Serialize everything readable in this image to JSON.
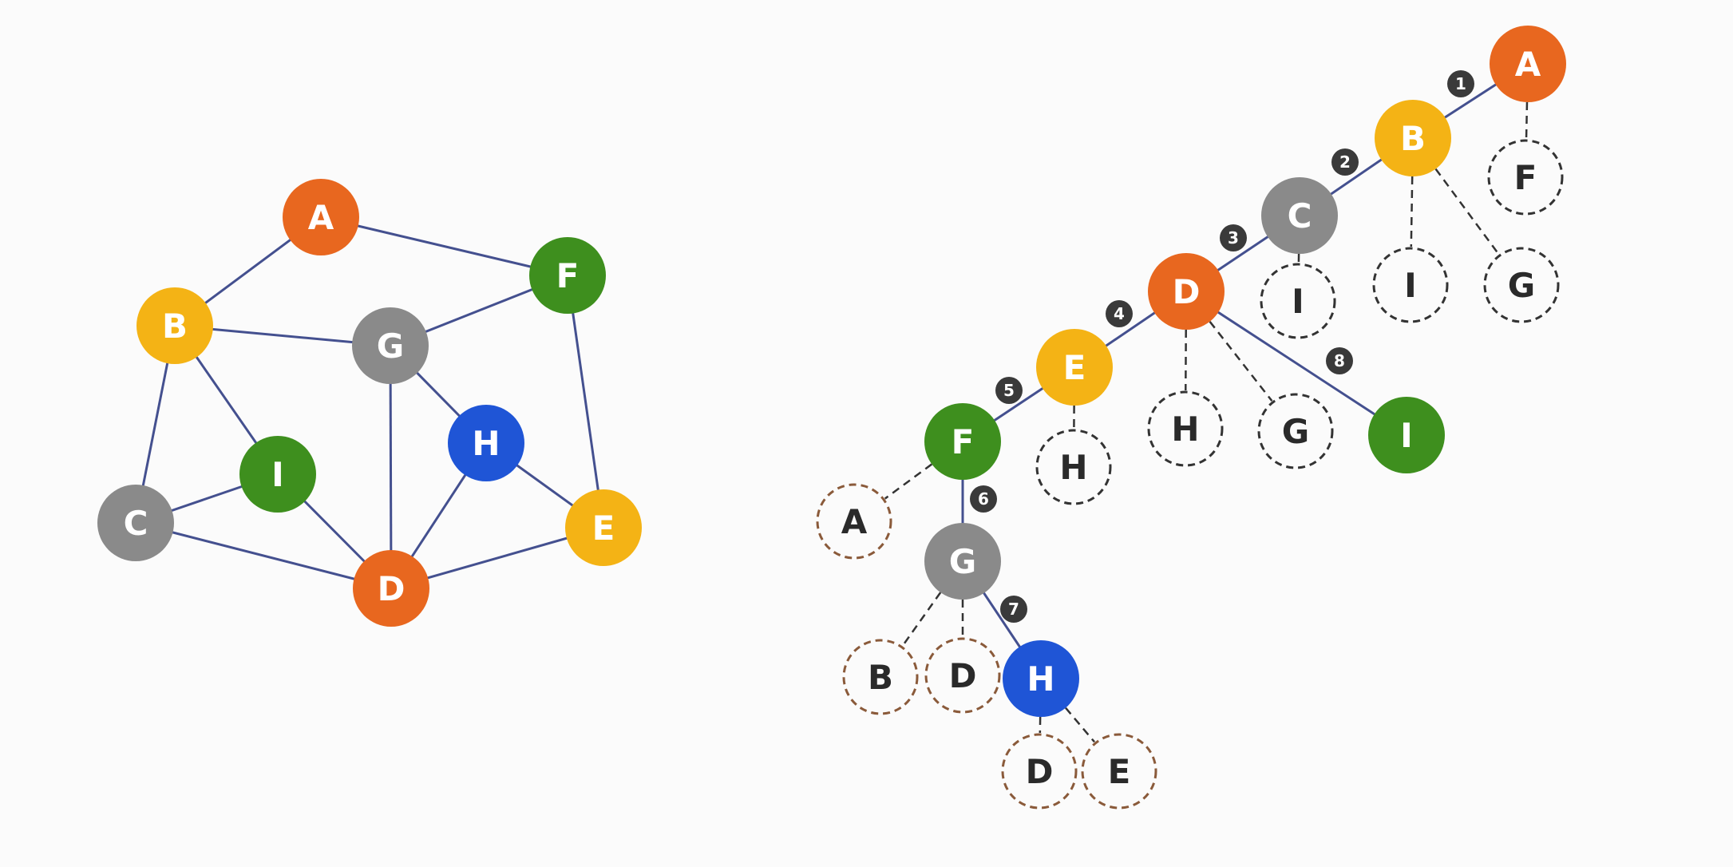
{
  "colors": {
    "orange": "#e8671f",
    "yellow": "#f4b315",
    "green": "#3e8f1e",
    "gray": "#8a8a8a",
    "blue": "#1f55d6",
    "edge": "#44508f",
    "dashed_dark": "#333333",
    "dashed_brown": "#8a5a3a",
    "step_badge": "#3a3a3a"
  },
  "graph": {
    "nodes": [
      {
        "id": "A",
        "label": "A",
        "color": "orange"
      },
      {
        "id": "B",
        "label": "B",
        "color": "yellow"
      },
      {
        "id": "C",
        "label": "C",
        "color": "gray"
      },
      {
        "id": "D",
        "label": "D",
        "color": "orange"
      },
      {
        "id": "E",
        "label": "E",
        "color": "yellow"
      },
      {
        "id": "F",
        "label": "F",
        "color": "green"
      },
      {
        "id": "G",
        "label": "G",
        "color": "gray"
      },
      {
        "id": "H",
        "label": "H",
        "color": "blue"
      },
      {
        "id": "I",
        "label": "I",
        "color": "green"
      }
    ],
    "edges": [
      [
        "A",
        "B"
      ],
      [
        "A",
        "F"
      ],
      [
        "B",
        "G"
      ],
      [
        "B",
        "I"
      ],
      [
        "B",
        "C"
      ],
      [
        "C",
        "I"
      ],
      [
        "C",
        "D"
      ],
      [
        "I",
        "D"
      ],
      [
        "G",
        "F"
      ],
      [
        "G",
        "H"
      ],
      [
        "G",
        "D"
      ],
      [
        "H",
        "D"
      ],
      [
        "H",
        "E"
      ],
      [
        "F",
        "E"
      ],
      [
        "D",
        "E"
      ]
    ]
  },
  "search_tree": {
    "nodes": [
      {
        "id": "tA",
        "label": "A",
        "color": "orange",
        "dashed": false
      },
      {
        "id": "tB",
        "label": "B",
        "color": "yellow",
        "dashed": false
      },
      {
        "id": "tC",
        "label": "C",
        "color": "gray",
        "dashed": false
      },
      {
        "id": "tD",
        "label": "D",
        "color": "orange",
        "dashed": false
      },
      {
        "id": "tE",
        "label": "E",
        "color": "yellow",
        "dashed": false
      },
      {
        "id": "tF",
        "label": "F",
        "color": "green",
        "dashed": false
      },
      {
        "id": "tG",
        "label": "G",
        "color": "gray",
        "dashed": false
      },
      {
        "id": "tH",
        "label": "H",
        "color": "blue",
        "dashed": false
      },
      {
        "id": "tI",
        "label": "I",
        "color": "green",
        "dashed": false
      },
      {
        "id": "dF1",
        "label": "F",
        "dashed": true,
        "stroke": "dashed_dark"
      },
      {
        "id": "dI1",
        "label": "I",
        "dashed": true,
        "stroke": "dashed_dark"
      },
      {
        "id": "dG1",
        "label": "G",
        "dashed": true,
        "stroke": "dashed_dark"
      },
      {
        "id": "dI2",
        "label": "I",
        "dashed": true,
        "stroke": "dashed_dark"
      },
      {
        "id": "dH1",
        "label": "H",
        "dashed": true,
        "stroke": "dashed_dark"
      },
      {
        "id": "dG2",
        "label": "G",
        "dashed": true,
        "stroke": "dashed_dark"
      },
      {
        "id": "dH2",
        "label": "H",
        "dashed": true,
        "stroke": "dashed_dark"
      },
      {
        "id": "dA1",
        "label": "A",
        "dashed": true,
        "stroke": "dashed_brown"
      },
      {
        "id": "dB1",
        "label": "B",
        "dashed": true,
        "stroke": "dashed_brown"
      },
      {
        "id": "dD1",
        "label": "D",
        "dashed": true,
        "stroke": "dashed_brown"
      },
      {
        "id": "dD2",
        "label": "D",
        "dashed": true,
        "stroke": "dashed_brown"
      },
      {
        "id": "dE1",
        "label": "E",
        "dashed": true,
        "stroke": "dashed_brown"
      }
    ],
    "tree_edges": [
      {
        "from": "tA",
        "to": "tB",
        "step": "1"
      },
      {
        "from": "tB",
        "to": "tC",
        "step": "2"
      },
      {
        "from": "tC",
        "to": "tD",
        "step": "3"
      },
      {
        "from": "tD",
        "to": "tE",
        "step": "4"
      },
      {
        "from": "tE",
        "to": "tF",
        "step": "5"
      },
      {
        "from": "tF",
        "to": "tG",
        "step": "6"
      },
      {
        "from": "tG",
        "to": "tH",
        "step": "7"
      },
      {
        "from": "tD",
        "to": "tI",
        "step": "8"
      }
    ],
    "dashed_edges": [
      [
        "tA",
        "dF1"
      ],
      [
        "tB",
        "dI1"
      ],
      [
        "tB",
        "dG1"
      ],
      [
        "tC",
        "dI2"
      ],
      [
        "tD",
        "dH1"
      ],
      [
        "tD",
        "dG2"
      ],
      [
        "tE",
        "dH2"
      ],
      [
        "tF",
        "dA1"
      ],
      [
        "tG",
        "dB1"
      ],
      [
        "tG",
        "dD1"
      ],
      [
        "tH",
        "dD2"
      ],
      [
        "tH",
        "dE1"
      ]
    ]
  }
}
